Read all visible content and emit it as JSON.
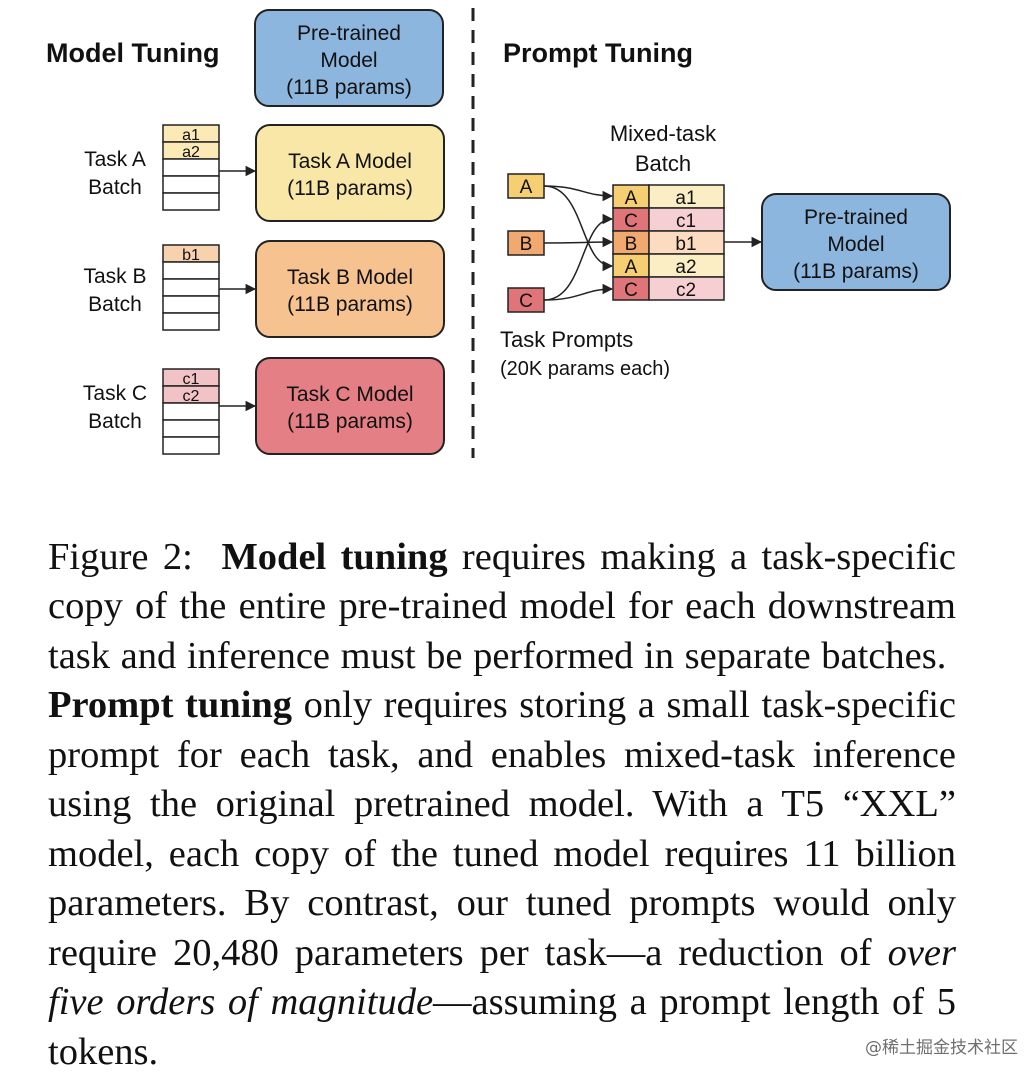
{
  "model_tuning": {
    "heading": "Model Tuning",
    "pretrained": {
      "line1": "Pre-trained",
      "line2": "Model",
      "line3": "(11B params)"
    },
    "tasks": [
      {
        "batch_line1": "Task A",
        "batch_line2": "Batch",
        "tokens": [
          "a1",
          "a2"
        ],
        "model_line1": "Task A Model",
        "model_line2": "(11B params)",
        "color": "#f8e7a6"
      },
      {
        "batch_line1": "Task B",
        "batch_line2": "Batch",
        "tokens": [
          "b1"
        ],
        "model_line1": "Task B Model",
        "model_line2": "(11B params)",
        "color": "#f6c28f"
      },
      {
        "batch_line1": "Task C",
        "batch_line2": "Batch",
        "tokens": [
          "c1",
          "c2"
        ],
        "model_line1": "Task C Model",
        "model_line2": "(11B params)",
        "color": "#e57f86"
      }
    ]
  },
  "prompt_tuning": {
    "heading": "Prompt Tuning",
    "mixed_label_line1": "Mixed-task",
    "mixed_label_line2": "Batch",
    "prompts": [
      "A",
      "B",
      "C"
    ],
    "prompts_label_line1": "Task Prompts",
    "prompts_label_line2": "(20K params each)",
    "rows": [
      {
        "task": "A",
        "token": "a1"
      },
      {
        "task": "C",
        "token": "c1"
      },
      {
        "task": "B",
        "token": "b1"
      },
      {
        "task": "A",
        "token": "a2"
      },
      {
        "task": "C",
        "token": "c2"
      }
    ],
    "pretrained": {
      "line1": "Pre-trained",
      "line2": "Model",
      "line3": "(11B params)"
    }
  },
  "colors": {
    "blue": "#8db6df",
    "yellow": "#f8e7a6",
    "orange": "#f6c28f",
    "red": "#e57f86",
    "token_yellow": "#fbe9b6",
    "token_orange": "#f8d2ae",
    "token_red": "#f2c3c6",
    "prompt_yellow": "#f6cf72",
    "prompt_orange": "#f1a970",
    "prompt_red": "#df7479",
    "light_yellow": "#fbeec4",
    "light_orange": "#fbdcc0",
    "light_red": "#f6cfd2"
  },
  "caption": {
    "fig": "Figure 2:",
    "b1": "Model tuning",
    "t1": " requires making a task-specific copy of the entire pre-trained model for each downstream task and inference must be performed in separate batches.",
    "b2": "Prompt tuning",
    "t2": " only requires stor­ing a small task-specific prompt for each task, and enables mixed-task inference using the original pre­trained model. With a T5 “XXL” model, each copy of the tuned model requires 11 billion parameters. By contrast, our tuned prompts would only require 20,480 parameters per task—a reduction of ",
    "i1": "over five orders of magnitude",
    "t3": "—assuming a prompt length of 5 tokens."
  },
  "watermark": "@稀土掘金技术社区"
}
